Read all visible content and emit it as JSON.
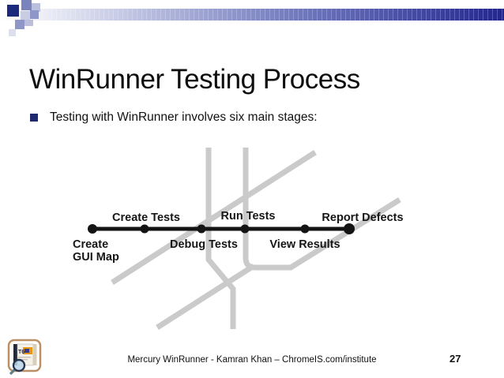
{
  "slide": {
    "title": "WinRunner Testing Process",
    "bullet_text": "Testing with WinRunner involves six main stages:",
    "footer": {
      "credit": "Mercury WinRunner - Kamran Khan – ChromeIS.com/institute",
      "page_number": "27"
    }
  },
  "diagram": {
    "labels": {
      "create_tests": "Create Tests",
      "run_tests": "Run Tests",
      "report_defects": "Report Defects",
      "create_gui_map_line1": "Create",
      "create_gui_map_line2": "GUI Map",
      "debug_tests": "Debug Tests",
      "view_results": "View Results"
    }
  },
  "icons": {
    "footer_logo": "winrunner-box-magnifier-icon"
  },
  "theme": {
    "header_bar_gradient_start": "#ffffff",
    "header_bar_gradient_end": "#23268b",
    "accent_navy": "#1f2970",
    "diagram_line_black": "#141414",
    "diagram_map_gray": "#cacaca",
    "text_color": "#111111"
  }
}
